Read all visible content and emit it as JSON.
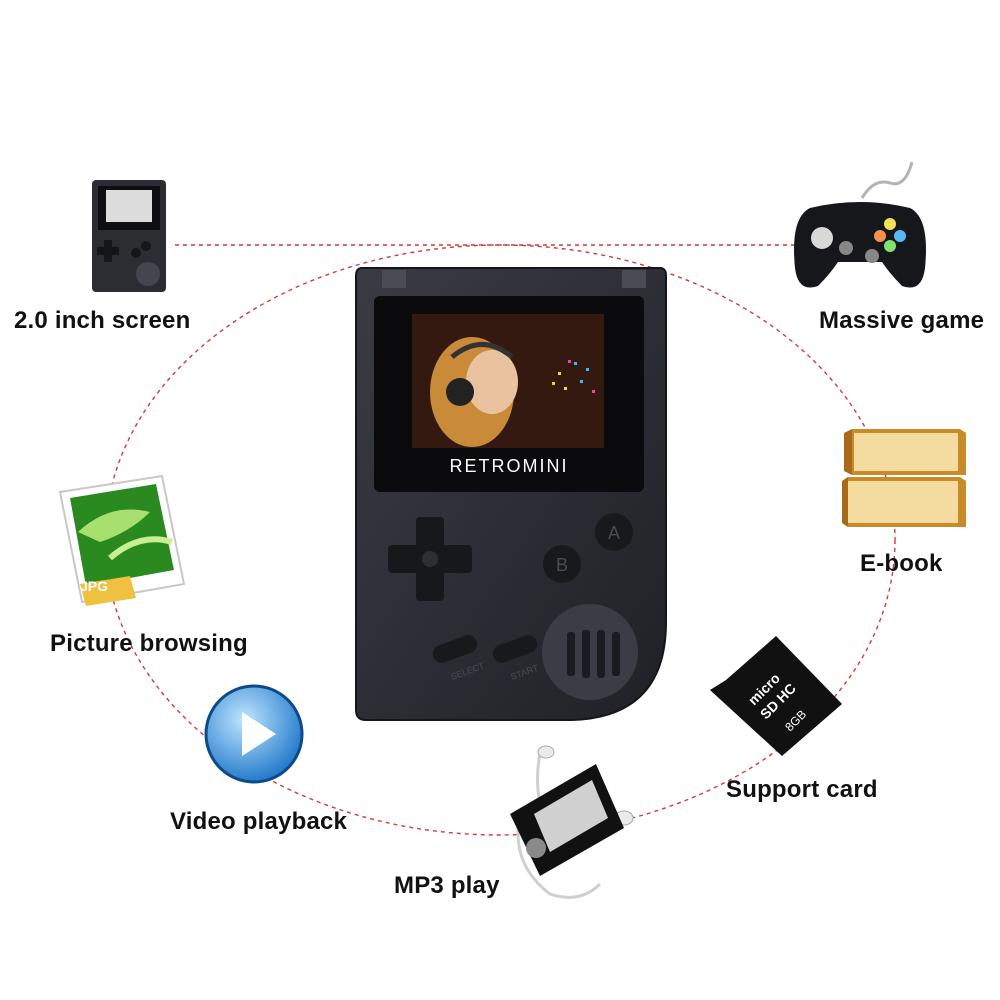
{
  "device": {
    "brand_text": "RETROMINI",
    "button_a_label": "A",
    "button_b_label": "B",
    "select_label": "SELECT",
    "start_label": "START"
  },
  "features": {
    "screen": "2.0 inch screen",
    "game": "Massive game",
    "picture": "Picture browsing",
    "ebook": "E-book",
    "video": "Video playback",
    "sdcard": "Support card",
    "mp3": "MP3 play"
  },
  "sd_card": {
    "brand": "micro",
    "type": "SD HC",
    "capacity": "8GB"
  },
  "jpg_tag": "JPG",
  "colors": {
    "connector": "#d23a3a",
    "device_body": "#2b2c33",
    "label_text": "#111111"
  }
}
